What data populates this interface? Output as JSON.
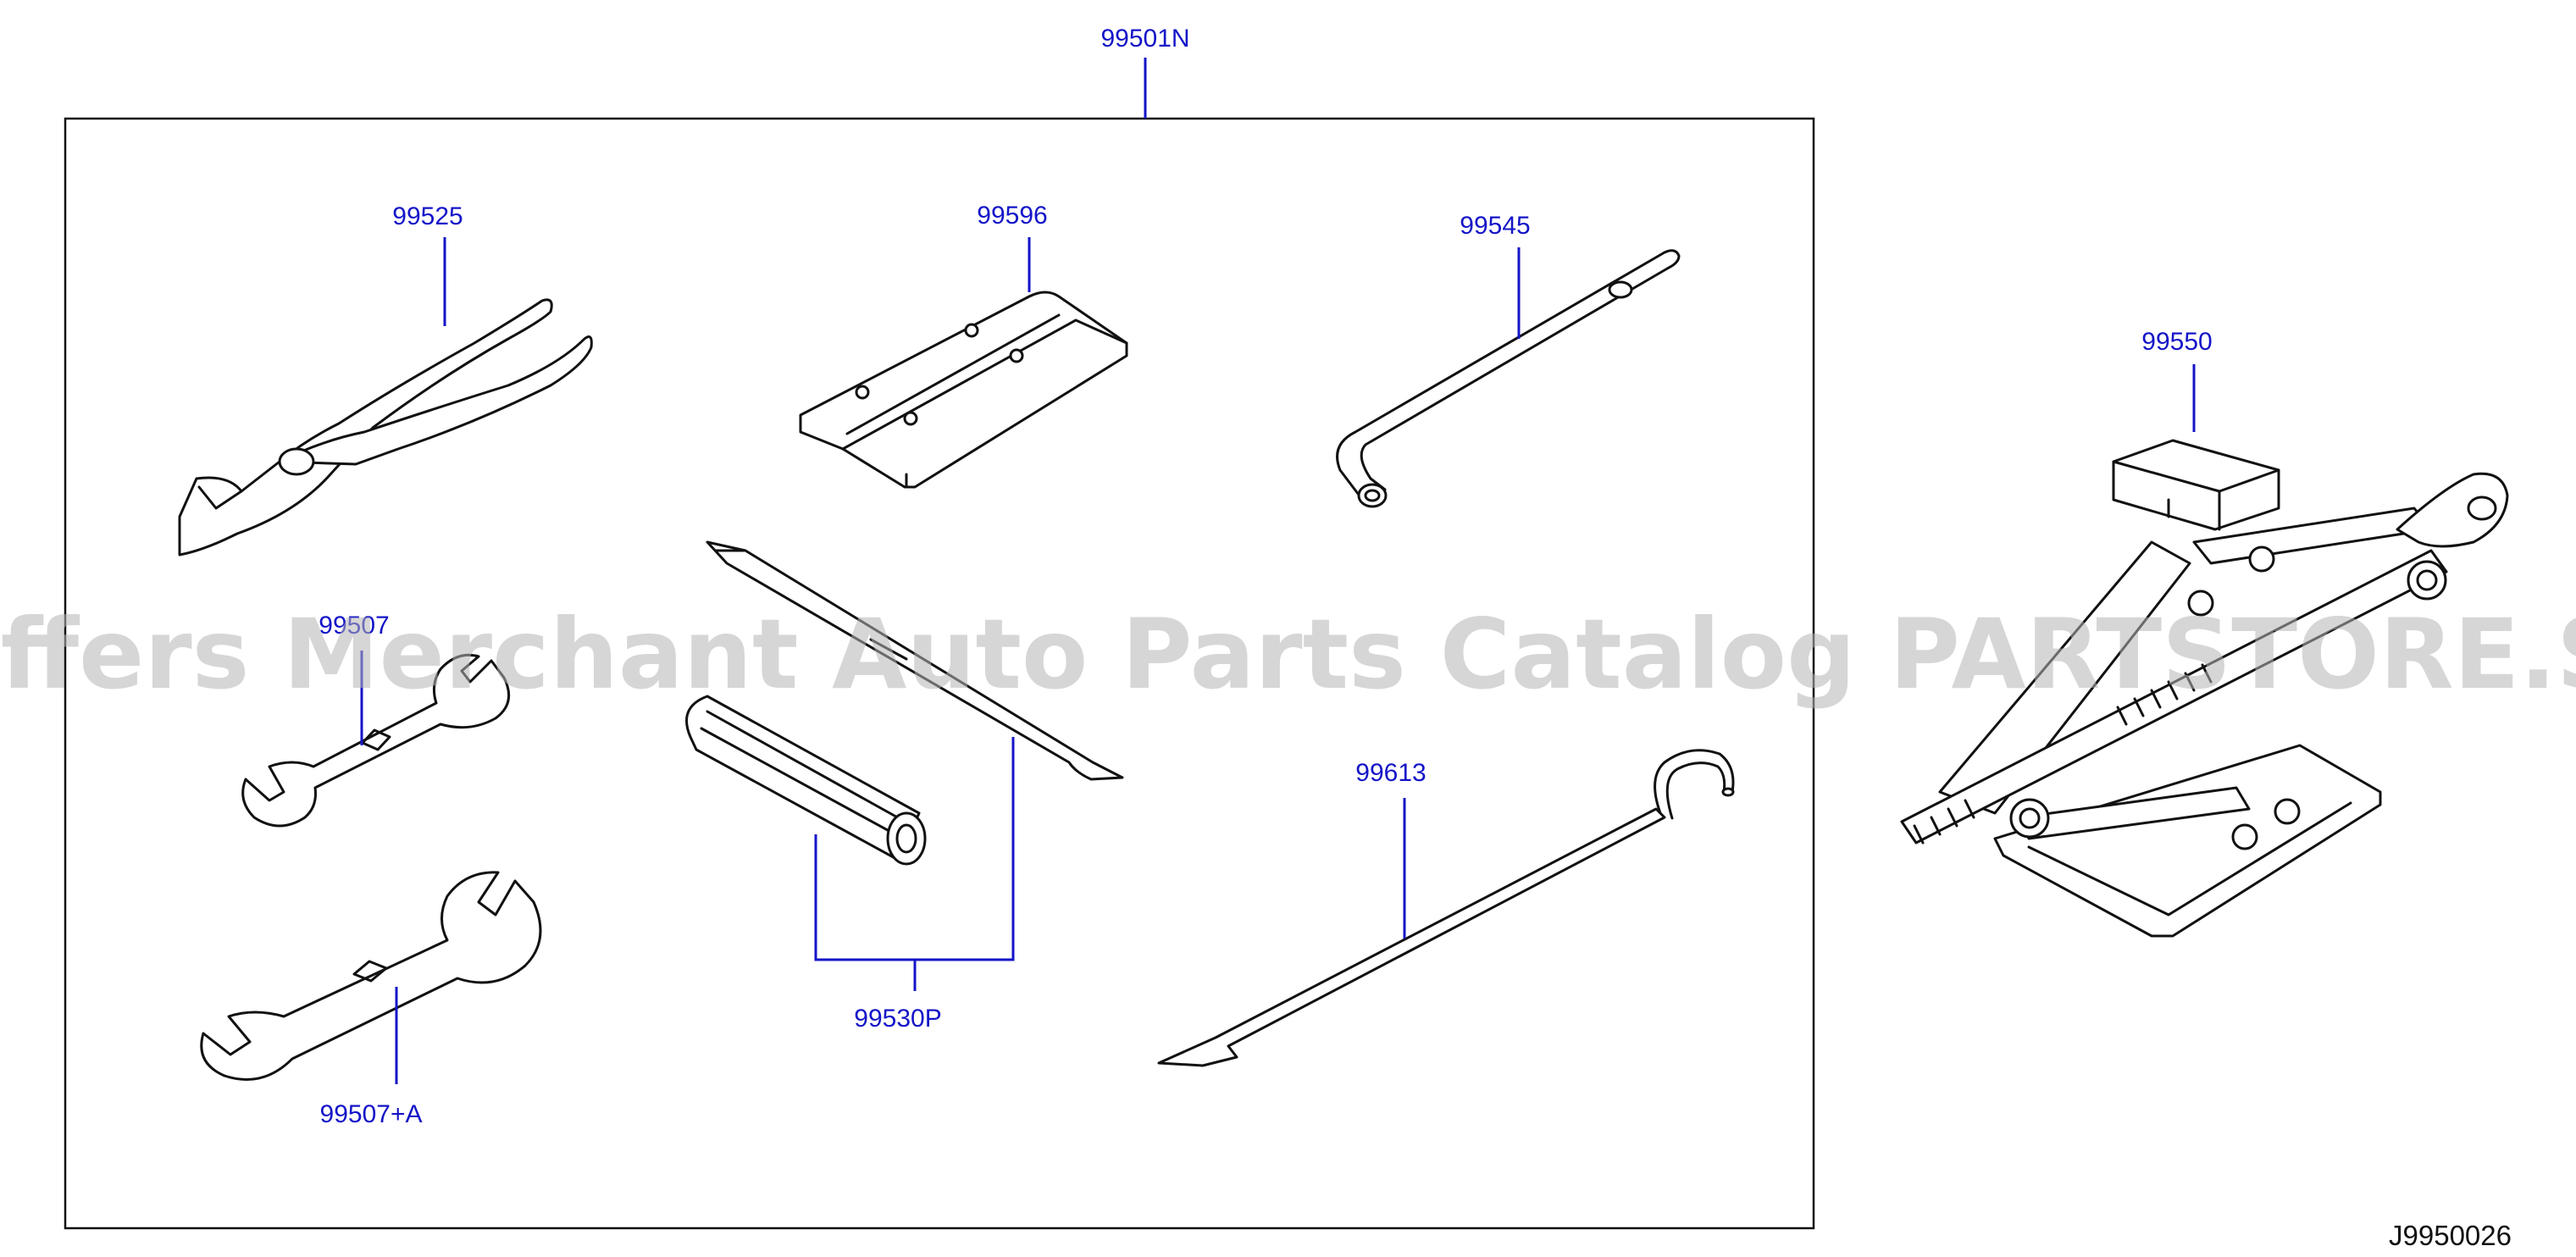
{
  "diagram": {
    "kit_label": "99501N",
    "diagram_code": "J9950026",
    "watermark": "Offers Merchant Auto Parts Catalog PARTSTORE.SA",
    "parts": [
      {
        "id": "pliers",
        "label": "99525"
      },
      {
        "id": "tool-bag",
        "label": "99596"
      },
      {
        "id": "wheel-wrench",
        "label": "99545"
      },
      {
        "id": "spanner-small",
        "label": "99507"
      },
      {
        "id": "spanner-large",
        "label": "99507+A"
      },
      {
        "id": "screwdriver-set",
        "label": "99530P"
      },
      {
        "id": "hook-rod",
        "label": "99613"
      },
      {
        "id": "jack",
        "label": "99550"
      }
    ]
  }
}
